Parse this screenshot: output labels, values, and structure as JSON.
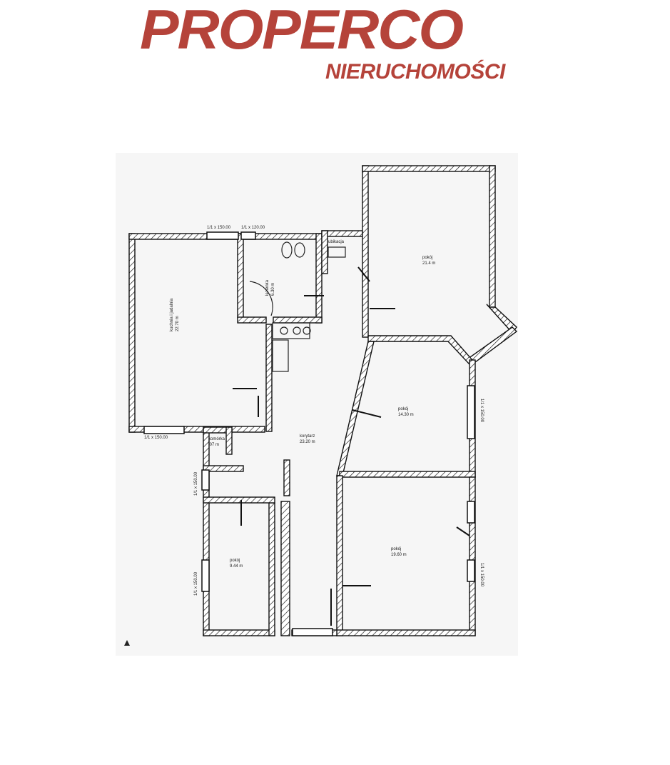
{
  "brand": {
    "name": "PROPERCO",
    "subtitle": "NIERUCHOMOŚCI",
    "color": "#b5433a"
  },
  "floorplan": {
    "rooms": [
      {
        "name": "kuchnia i jadalnia",
        "area": "22.70 m"
      },
      {
        "name": "łazienka",
        "area": "6.30 m"
      },
      {
        "name": "ubikacja",
        "area": ""
      },
      {
        "name": "pokój",
        "area": "21.4 m"
      },
      {
        "name": "pokój",
        "area": "14.30 m"
      },
      {
        "name": "korytarz",
        "area": "23.20 m"
      },
      {
        "name": "komórka",
        "area": ".07 m"
      },
      {
        "name": "pokój",
        "area": "9.44 m"
      },
      {
        "name": "pokój",
        "area": "19.60 m"
      }
    ],
    "window_dims": [
      "1/1 x 150.00",
      "1/1 x 120.00",
      "1/1 x 150.00",
      "1/1 x 150.00",
      "1/1 x 150.00",
      "1/1 x 150.00",
      "1/1 x 150.00"
    ]
  }
}
